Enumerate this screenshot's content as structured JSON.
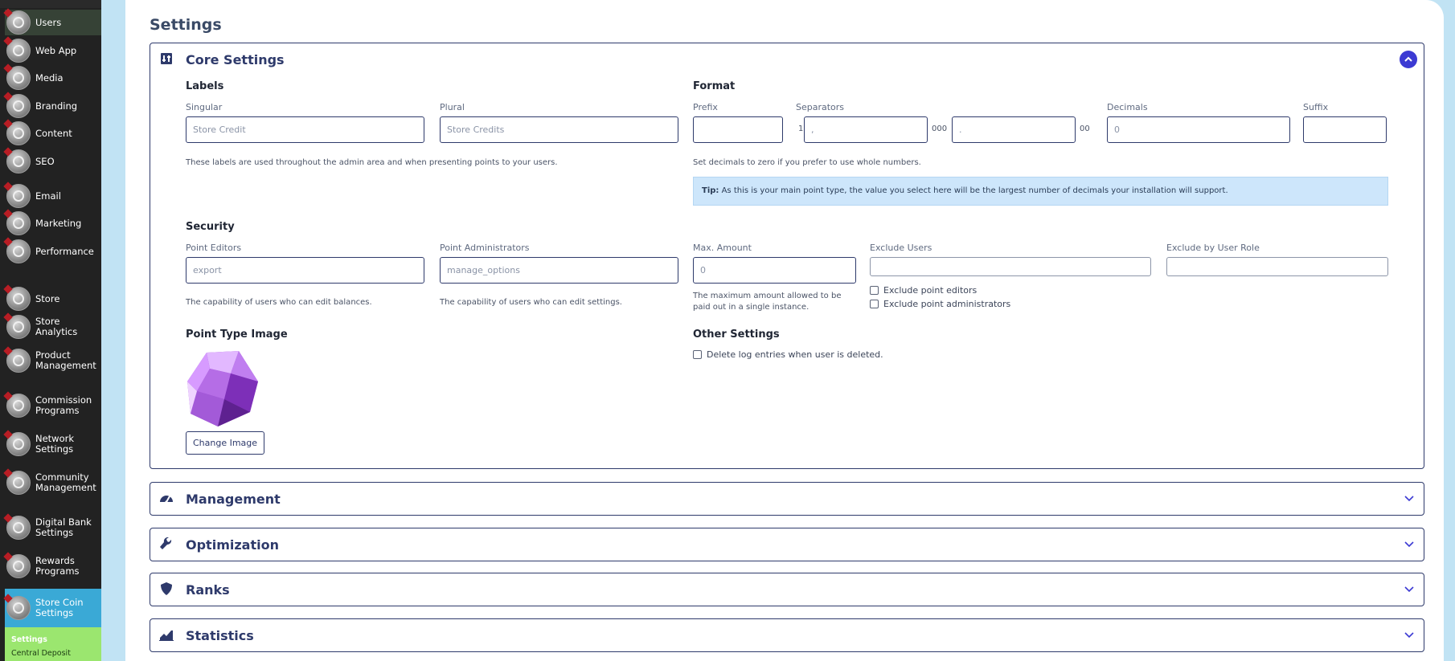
{
  "sidebar": {
    "items": [
      {
        "label": "Users",
        "icon": "users-icon"
      },
      {
        "label": "Web App",
        "icon": "web-app-icon"
      },
      {
        "label": "Media",
        "icon": "media-icon"
      },
      {
        "label": "Branding",
        "icon": "branding-icon"
      },
      {
        "label": "Content",
        "icon": "content-icon"
      },
      {
        "label": "SEO",
        "icon": "seo-icon"
      },
      {
        "label": "Email",
        "icon": "email-icon"
      },
      {
        "label": "Marketing",
        "icon": "marketing-icon"
      },
      {
        "label": "Performance",
        "icon": "performance-icon"
      },
      {
        "label": "Store",
        "icon": "store-icon"
      },
      {
        "label": "Store Analytics",
        "icon": "store-analytics-icon"
      },
      {
        "label": "Product Management",
        "icon": "product-management-icon"
      },
      {
        "label": "Commission Programs",
        "icon": "commission-programs-icon"
      },
      {
        "label": "Network Settings",
        "icon": "network-settings-icon"
      },
      {
        "label": "Community Management",
        "icon": "community-management-icon"
      },
      {
        "label": "Digital Bank Settings",
        "icon": "digital-bank-settings-icon"
      },
      {
        "label": "Rewards Programs",
        "icon": "rewards-programs-icon"
      },
      {
        "label": "Store Coin Settings",
        "icon": "store-coin-settings-icon"
      }
    ],
    "submenu": {
      "active": "Settings",
      "next": "Central Deposit"
    }
  },
  "page": {
    "title": "Settings"
  },
  "core": {
    "title": "Core Settings",
    "labels": {
      "heading": "Labels",
      "singular_label": "Singular",
      "singular_value": "Store Credit",
      "plural_label": "Plural",
      "plural_value": "Store Credits",
      "desc": "These labels are used throughout the admin area and when presenting points to your users."
    },
    "format": {
      "heading": "Format",
      "prefix_label": "Prefix",
      "prefix_value": "",
      "separators_label": "Separators",
      "sep_num_1": "1",
      "thousands_value": ",",
      "sep_num_2": "000",
      "decimal_sep_value": ".",
      "sep_num_3": "00",
      "decimals_label": "Decimals",
      "decimals_value": "0",
      "suffix_label": "Suffix",
      "suffix_value": "",
      "desc": "Set decimals to zero if you prefer to use whole numbers.",
      "tip_bold": "Tip:",
      "tip_text": " As this is your main point type, the value you select here will be the largest number of decimals your installation will support."
    },
    "security": {
      "heading": "Security",
      "editors_label": "Point Editors",
      "editors_value": "export",
      "editors_desc": "The capability of users who can edit balances.",
      "admins_label": "Point Administrators",
      "admins_value": "manage_options",
      "admins_desc": "The capability of users who can edit settings.",
      "max_label": "Max. Amount",
      "max_value": "0",
      "max_desc": "The maximum amount allowed to be paid out in a single instance.",
      "exclude_users_label": "Exclude Users",
      "exclude_users_value": "",
      "exclude_role_label": "Exclude by User Role",
      "exclude_role_value": "",
      "exclude_editors": "Exclude point editors",
      "exclude_admins": "Exclude point administrators"
    },
    "image": {
      "heading": "Point Type Image",
      "button": "Change Image"
    },
    "other": {
      "heading": "Other Settings",
      "delete_log": "Delete log entries when user is deleted."
    }
  },
  "sections": [
    {
      "title": "Management",
      "icon": "dashboard-icon"
    },
    {
      "title": "Optimization",
      "icon": "wrench-icon"
    },
    {
      "title": "Ranks",
      "icon": "shield-icon"
    },
    {
      "title": "Statistics",
      "icon": "chart-icon"
    }
  ],
  "colors": {
    "accent": "#3c3ad3",
    "border": "#2e3a6b",
    "tip_bg": "#cde6fb",
    "submenu_bg": "#9be66f",
    "active_bg": "#3aa9d6"
  }
}
